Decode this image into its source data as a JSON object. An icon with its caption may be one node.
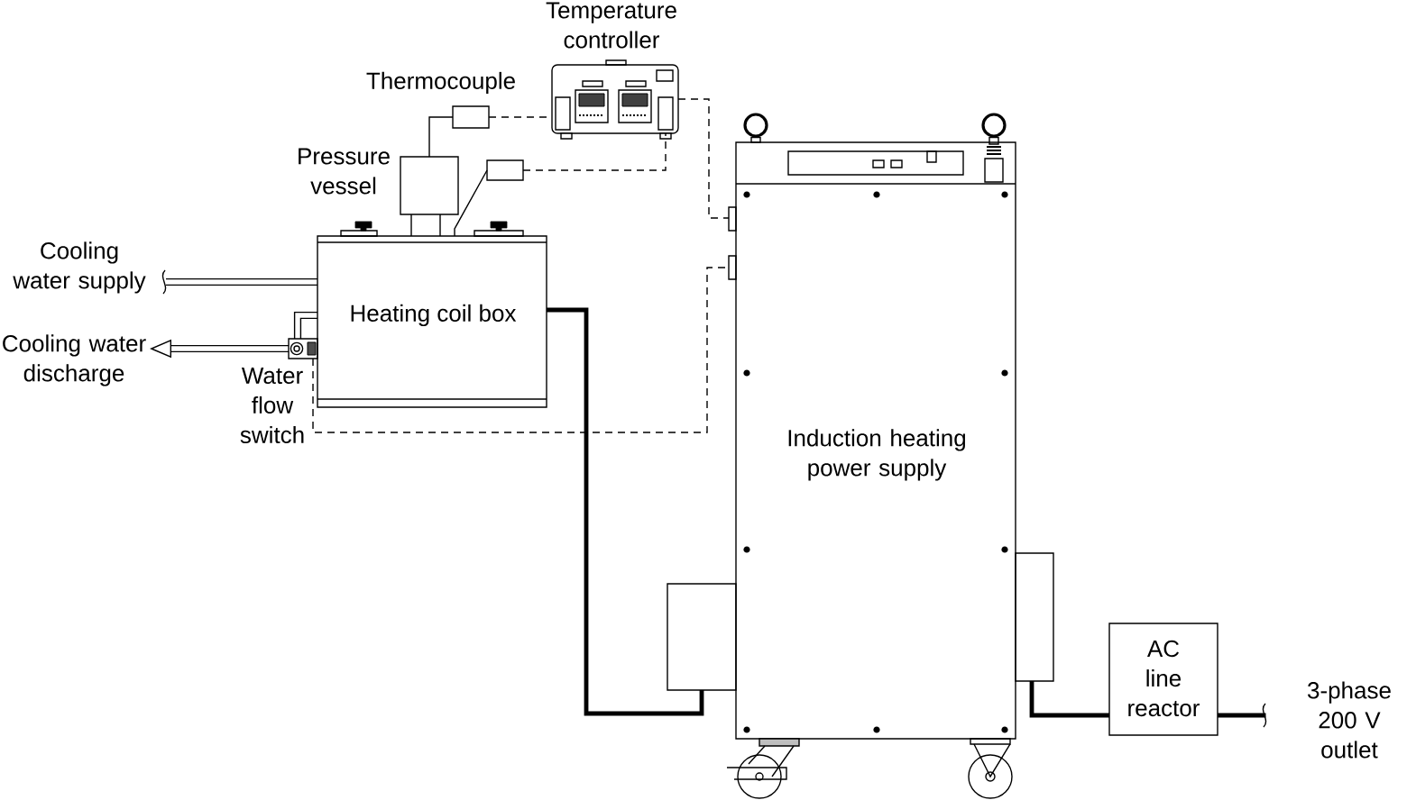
{
  "diagram": {
    "nodes": [
      {
        "text": [
          "Temperature controller"
        ]
      },
      {
        "text": [
          "Thermocouple"
        ]
      },
      {
        "text": [
          "Pressure vessel"
        ]
      },
      {
        "text": [],
        "shape": "box"
      },
      {
        "text": [
          "Cooling water supply"
        ]
      },
      {
        "text": [
          "Heating coil box"
        ]
      },
      {
        "text": [
          "Cooling water discharge"
        ]
      },
      {
        "text": [
          "Water flow switch"
        ]
      },
      {
        "text": [
          "Induction heating power supply"
        ]
      },
      {
        "text": [],
        "shape": "box"
      },
      {
        "text": [],
        "shape": "box"
      },
      {
        "text": [
          "AC line reactor"
        ]
      },
      {
        "text": [
          "3-phase 200 V outlet"
        ]
      }
    ],
    "edges": [
      {
        "from": 2,
        "to": 1,
        "arrow": "none"
      },
      {
        "from": 1,
        "to": 0,
        "arrow": "none",
        "style": "dashed"
      },
      {
        "from": 5,
        "to": 3,
        "arrow": "none"
      },
      {
        "from": 3,
        "to": 0,
        "arrow": "none",
        "style": "dashed"
      },
      {
        "from": 0,
        "to": 8,
        "arrow": "none",
        "style": "dashed"
      },
      {
        "from": 4,
        "to": 5,
        "arrow": "none"
      },
      {
        "from": 7,
        "to": 6,
        "arrow": "to"
      },
      {
        "from": 5,
        "to": 7,
        "arrow": "none"
      },
      {
        "from": 7,
        "to": 8,
        "arrow": "none",
        "style": "dashed"
      },
      {
        "from": 5,
        "to": 9,
        "arrow": "none",
        "style": "thick"
      },
      {
        "from": 10,
        "to": 11,
        "arrow": "none",
        "style": "thick"
      },
      {
        "from": 11,
        "to": 12,
        "arrow": "none",
        "style": "thick"
      }
    ]
  }
}
